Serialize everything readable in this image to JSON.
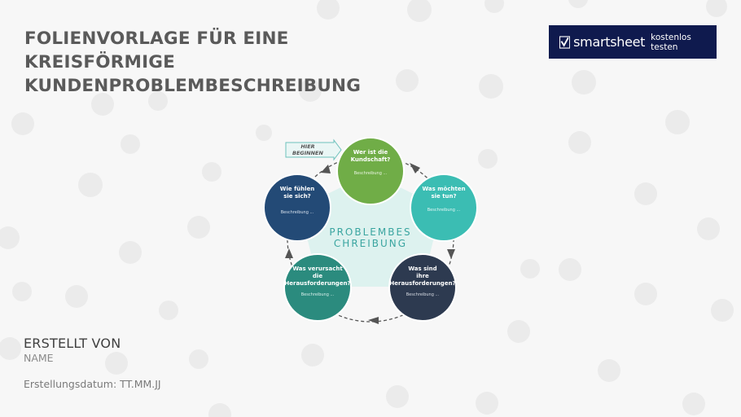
{
  "title": {
    "lines": [
      "FOLIENVORLAGE FÜR EINE",
      "KREISFÖRMIGE",
      "KUNDENPROBLEMBESCHREIBUNG"
    ]
  },
  "logo": {
    "brand": "smartsheet",
    "cta": "kostenlos testen",
    "background": "#0f1a4e"
  },
  "diagram": {
    "start_label": [
      "HIER",
      "BEGINNEN"
    ],
    "center_label": [
      "PROBLEMBES",
      "CHREIBUNG"
    ],
    "center_color": "#ddf2ef",
    "nodes": [
      {
        "id": "kundschaft",
        "heading": [
          "Wer ist die",
          "Kundschaft?"
        ],
        "description": "Beschreibung ...",
        "color": "#70ad47"
      },
      {
        "id": "tun",
        "heading": [
          "Was möchten",
          "sie tun?"
        ],
        "description": "Beschreibung ...",
        "color": "#3bbdb3"
      },
      {
        "id": "herausforderungen",
        "heading": [
          "Was sind",
          "ihre",
          "Herausforderungen?"
        ],
        "description": "Beschreibung ...",
        "color": "#2d3a50"
      },
      {
        "id": "verursacht",
        "heading": [
          "Was verursacht",
          "die",
          "Herausforderungen?"
        ],
        "description": "Beschreibung ...",
        "color": "#2b8b7e"
      },
      {
        "id": "fuehlen",
        "heading": [
          "Wie fühlen",
          "sie sich?"
        ],
        "description": "Beschreibung ...",
        "color": "#234a76"
      }
    ]
  },
  "footer": {
    "created_by": "ERSTELLT VON",
    "name": "NAME",
    "date": "Erstellungsdatum: TT.MM.JJ"
  }
}
